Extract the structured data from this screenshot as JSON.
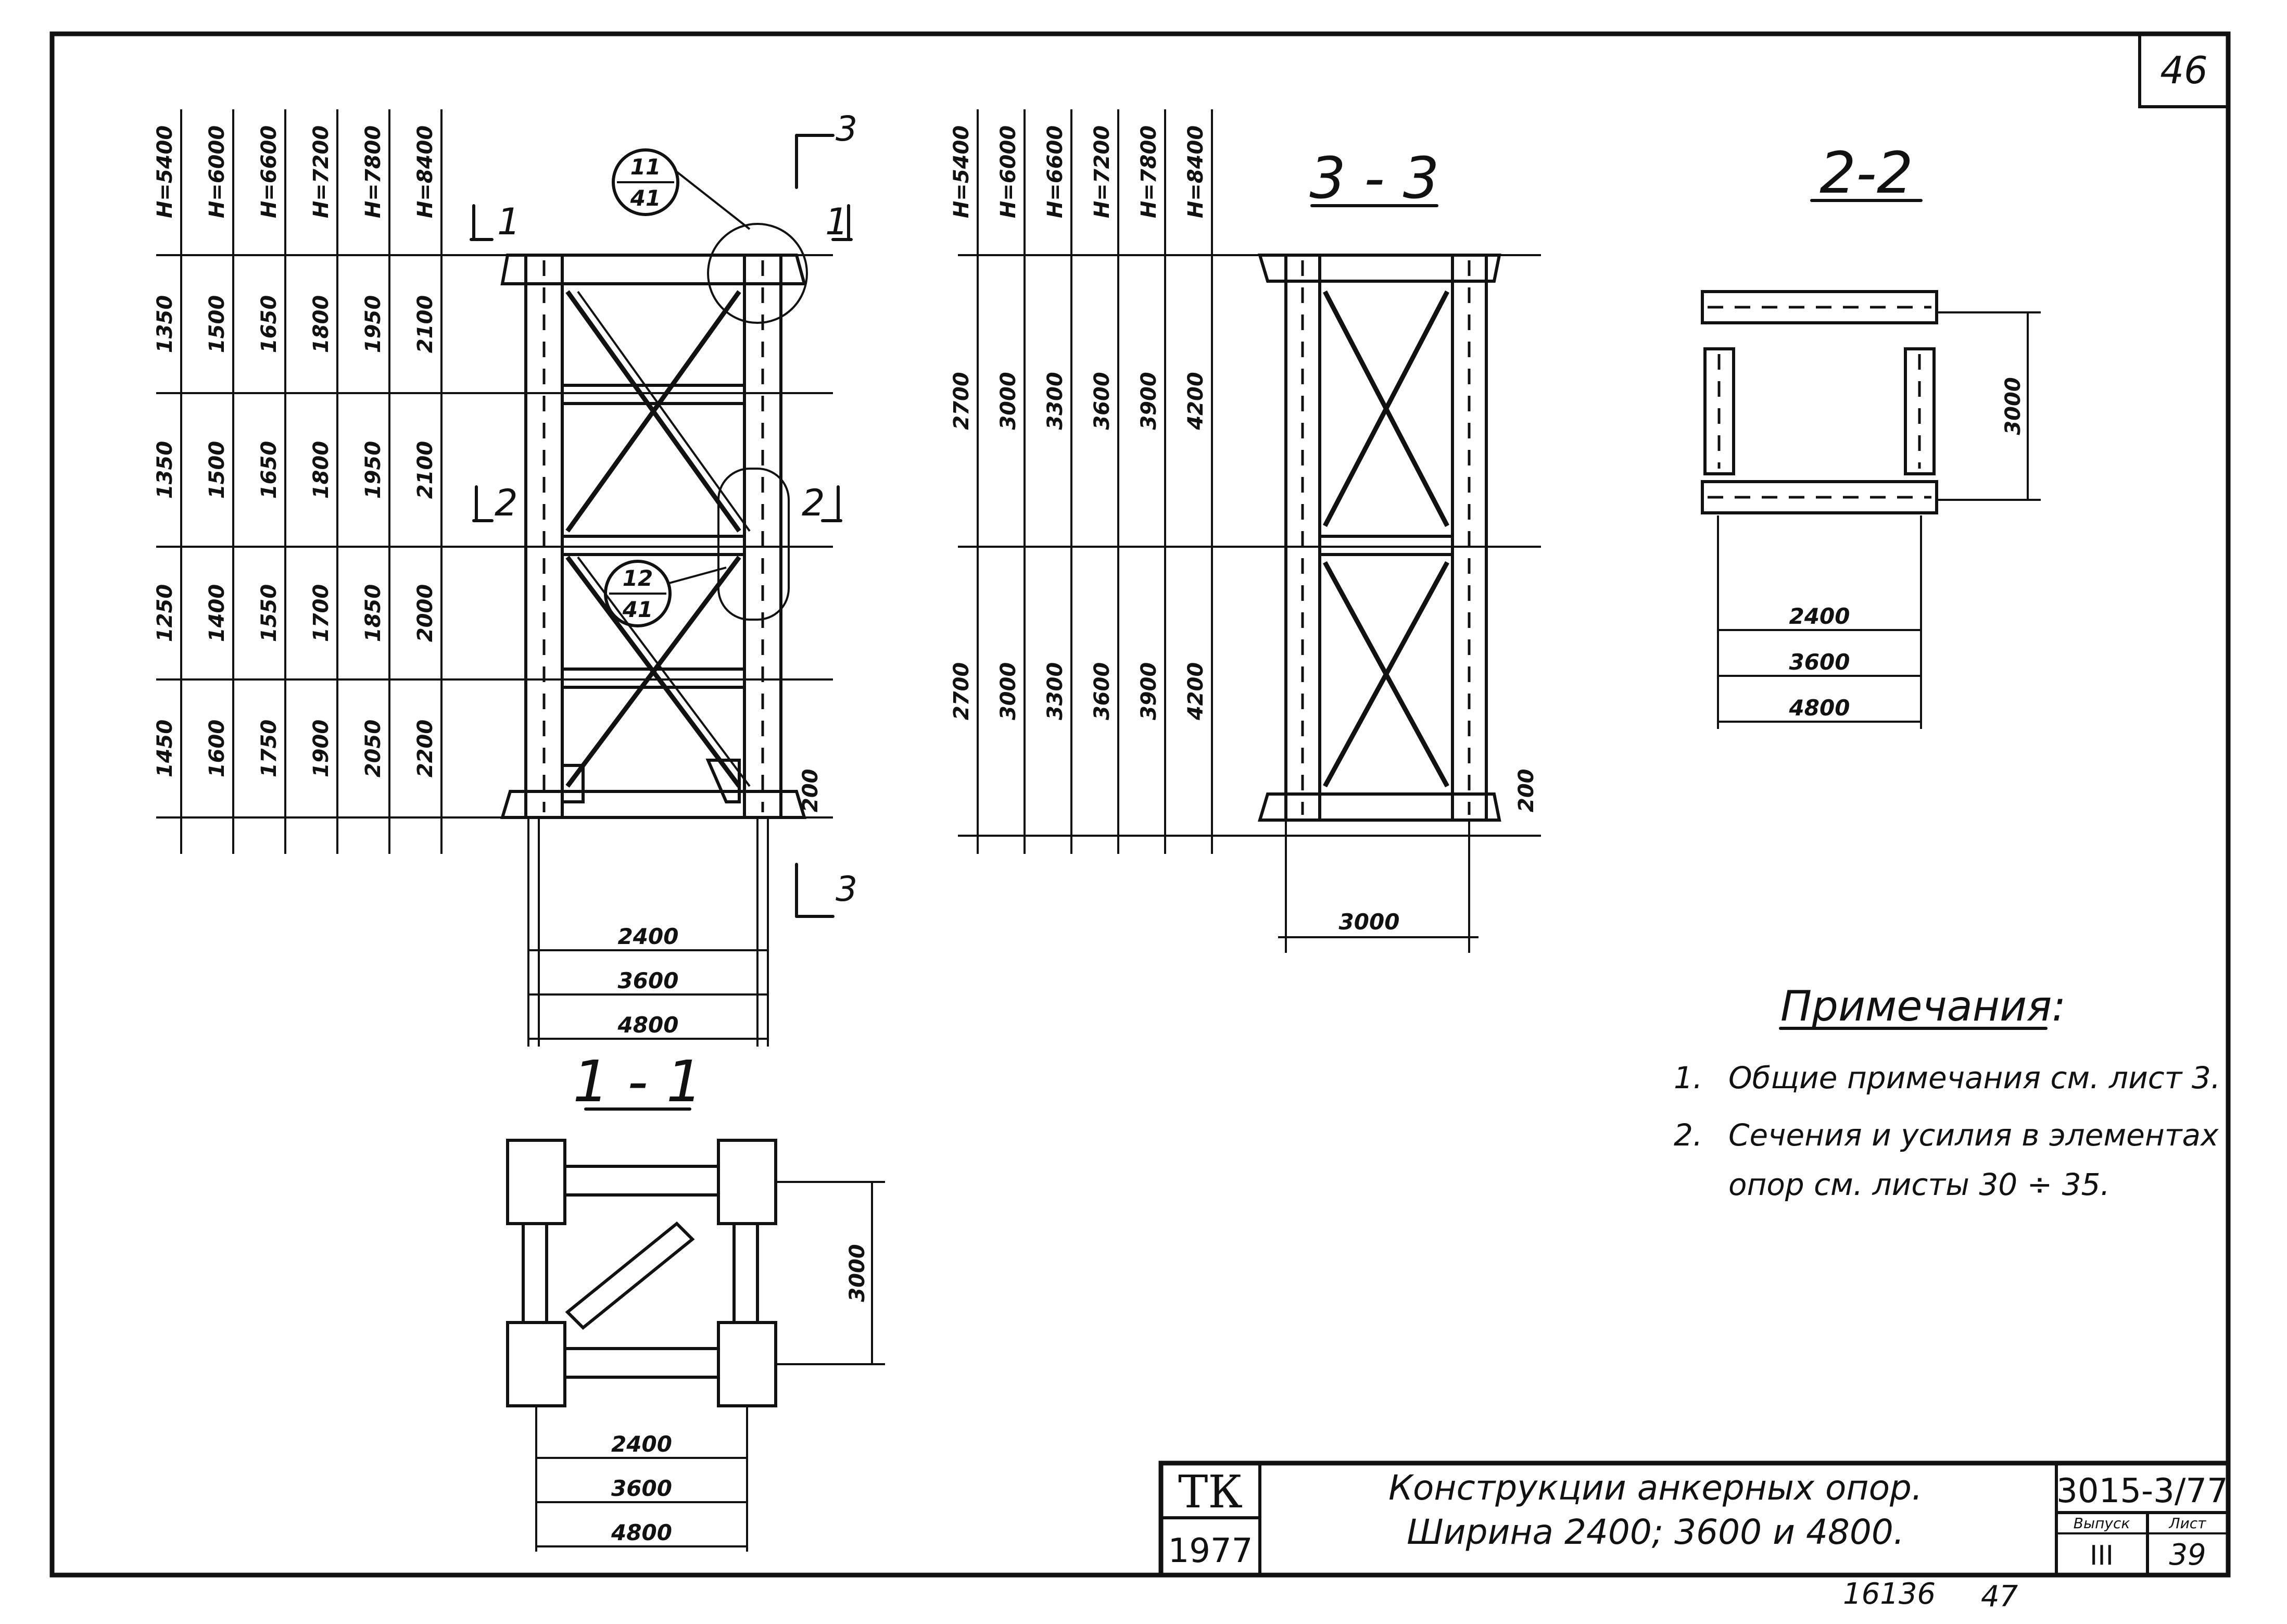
{
  "sheet": {
    "page_number": "46",
    "stamp_bottom_left": "16136",
    "stamp_bottom_right": "47"
  },
  "heights_left": {
    "headers": [
      "H=5400",
      "H=6000",
      "H=6600",
      "H=7200",
      "H=7800",
      "H=8400"
    ],
    "rows": [
      [
        "1350",
        "1500",
        "1650",
        "1800",
        "1950",
        "2100"
      ],
      [
        "1350",
        "1500",
        "1650",
        "1800",
        "1950",
        "2100"
      ],
      [
        "1250",
        "1400",
        "1550",
        "1700",
        "1850",
        "2000"
      ],
      [
        "1450",
        "1600",
        "1750",
        "1900",
        "2050",
        "2200"
      ]
    ],
    "base": "200"
  },
  "heights_right": {
    "headers": [
      "H=5400",
      "H=6000",
      "H=6600",
      "H=7200",
      "H=7800",
      "H=8400"
    ],
    "rows": [
      [
        "2700",
        "3000",
        "3300",
        "3600",
        "3900",
        "4200"
      ],
      [
        "2700",
        "3000",
        "3300",
        "3600",
        "3900",
        "4200"
      ]
    ],
    "base": "200"
  },
  "elevation": {
    "cut_labels": [
      "1",
      "1",
      "2",
      "2",
      "3",
      "3"
    ],
    "callout_top": {
      "num": "11",
      "sheet": "41"
    },
    "callout_mid": {
      "num": "12",
      "sheet": "41"
    },
    "widths": [
      "2400",
      "3600",
      "4800"
    ]
  },
  "section_33": {
    "title": "3 - 3",
    "width": "3000",
    "base": "200"
  },
  "section_22": {
    "title": "2-2",
    "depth": "3000",
    "widths": [
      "2400",
      "3600",
      "4800"
    ]
  },
  "section_11": {
    "title": "1 - 1",
    "depth": "3000",
    "widths": [
      "2400",
      "3600",
      "4800"
    ]
  },
  "notes": {
    "title": "Примечания:",
    "items": [
      {
        "num": "1.",
        "lines": [
          "Общие примечания см. лист 3."
        ]
      },
      {
        "num": "2.",
        "lines": [
          "Сечения и усилия в элементах",
          "опор см. листы 30 ÷ 35."
        ]
      }
    ]
  },
  "title_block": {
    "org": "ТК",
    "year": "1977",
    "title_line1": "Конструкции анкерных опор.",
    "title_line2": "Ширина 2400; 3600 и 4800.",
    "series": "3015-3/77",
    "issue_label": "Выпуск",
    "issue": "III",
    "sheet_label": "Лист",
    "sheet": "39"
  }
}
